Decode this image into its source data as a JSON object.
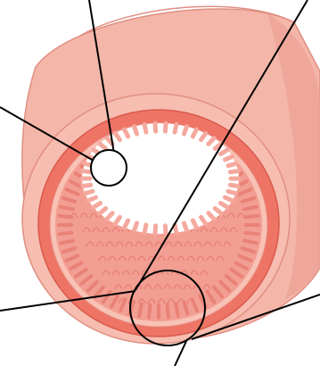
{
  "figure": {
    "subject": "intestine-cross-section",
    "structures": [
      "outer-wall",
      "muscle-layer",
      "submucosa",
      "mucosa-folds",
      "villi",
      "lumen"
    ],
    "callouts": [
      "lumen-callout",
      "fold-callout",
      "villi-callout",
      "muscle-callout"
    ],
    "colors": {
      "outer_wall": "#f4b6a8",
      "outer_wall_shadow": "#e6978a",
      "muscle": "#ee7466",
      "muscle_dark": "#d95a4d",
      "submucosa": "#f8c2b5",
      "mucosa": "#f29e92",
      "villi": "#f5a99e",
      "villi_core": "#e98276",
      "lumen": "#ffffff",
      "leader_line": "#000000"
    }
  }
}
